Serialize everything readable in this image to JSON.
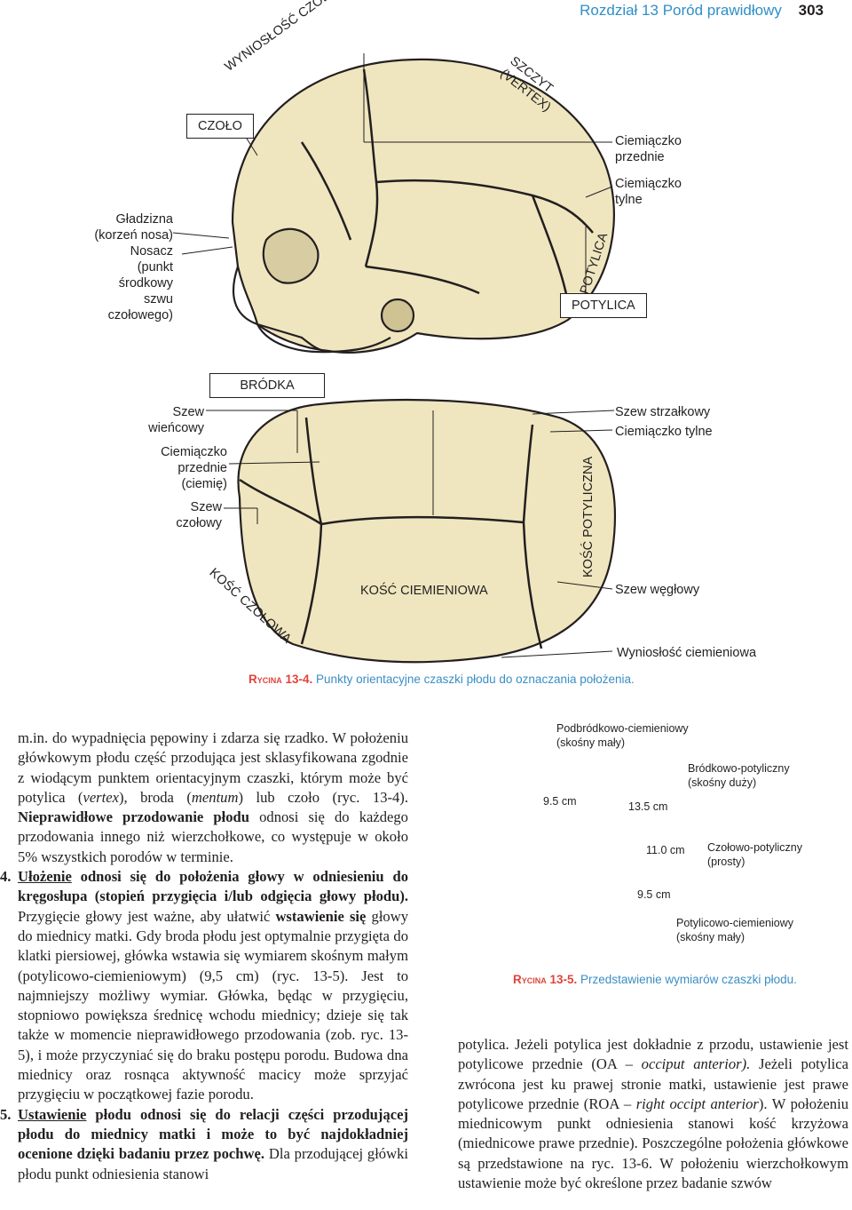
{
  "header": {
    "chapter": "Rozdział 13",
    "title": "Poród prawidłowy",
    "page": "303"
  },
  "figure4": {
    "side_labels": {
      "czolo": "CZOŁO",
      "wyniosl_czolowa": "WYNIOSŁOŚĆ CZOŁOWA",
      "szczyt": "SZCZYT",
      "vertex": "(VERTEX)",
      "ciem_przednie_1": "Ciemiączko",
      "ciem_przednie_2": "przednie",
      "ciem_tylne_1": "Ciemiączko",
      "ciem_tylne_2": "tylne",
      "gladzizna_1": "Gładzizna",
      "gladzizna_2": "(korzeń nosa)",
      "nosacz_1": "Nosacz",
      "nosacz_2": "(punkt środkowy",
      "nosacz_3": "szwu czołowego)",
      "potylica_rot": "POTYLICA",
      "potylica_box": "POTYLICA"
    },
    "top_labels": {
      "brodka": "BRÓDKA",
      "szew_wiencowy_1": "Szew",
      "szew_wiencowy_2": "wieńcowy",
      "ciem_przednie_1": "Ciemiączko",
      "ciem_przednie_2": "przednie",
      "ciem_przednie_3": "(ciemię)",
      "szew_czolowy_1": "Szew",
      "szew_czolowy_2": "czołowy",
      "kosc_czolowa": "KOŚĆ CZOŁOWA",
      "kosc_ciemieniowa": "KOŚĆ CIEMIENIOWA",
      "kosc_potyliczna": "KOŚĆ POTYLICZNA",
      "szew_strzalkowy": "Szew strzałkowy",
      "ciem_tylne": "Ciemiączko tylne",
      "szew_weglowy": "Szew węgłowy",
      "wyniosl_ciemieniowa": "Wyniosłość ciemieniowa"
    },
    "caption_label": "Rycina 13-4.",
    "caption_text": "Punkty orientacyjne czaszki płodu do oznaczania położenia."
  },
  "figure5": {
    "labels": {
      "podbrodkowo_1": "Podbródkowo-ciemieniowy",
      "podbrodkowo_2": "(skośny mały)",
      "brodkowo_1": "Bródkowo-potyliczny",
      "brodkowo_2": "(skośny duży)",
      "czolowo_1": "Czołowo-potyliczny",
      "czolowo_2": "(prosty)",
      "potylicowo_1": "Potylicowo-ciemieniowy",
      "potylicowo_2": "(skośny mały)"
    },
    "dims": {
      "d1": "9.5 cm",
      "d2": "13.5 cm",
      "d3": "11.0 cm",
      "d4": "9.5 cm"
    },
    "caption_label": "Rycina 13-5.",
    "caption_text": "Przedstawienie wymiarów czaszki płodu."
  },
  "left_col": {
    "p1": "m.in. do wypadnięcia pępowiny i zdarza się rzadko. W położeniu główkowym płodu część przodująca jest sklasyfikowana zgodnie z wiodącym punktem orientacyjnym czaszki, którym może być potylica (",
    "p1_vertex": "vertex",
    "p1_b": "), broda (",
    "p1_mentum": "mentum",
    "p1_c": ") lub czoło (ryc. 13-4). ",
    "p1_bold": "Nieprawidłowe przodowanie płodu",
    "p1_d": " odnosi się do każdego przodowania innego niż wierzchołkowe, co występuje w około 5% wszystkich porodów w terminie.",
    "n4": "4.",
    "p4_u": "Ułożenie",
    "p4_bold": " odnosi się do położenia głowy w odniesieniu do kręgosłupa (stopień przygięcia i/lub odgięcia głowy płodu).",
    "p4_a": " Przygięcie głowy jest ważne, aby ułatwić ",
    "p4_bold2": "wstawienie się",
    "p4_b": " głowy do miednicy matki. Gdy broda płodu jest optymalnie przygięta do klatki piersiowej, główka wstawia się wymiarem skośnym małym (potylicowo-ciemieniowym) (9,5 cm) (ryc. 13-5). Jest to najmniejszy możliwy wymiar. Główka, będąc w przygięciu, stopniowo powiększa średnicę wchodu miednicy; dzieje się tak także w momencie nieprawidłowego przodowania (zob. ryc. 13-5), i może przyczyniać się do braku postępu porodu. Budowa dna miednicy oraz rosnąca aktywność macicy może sprzyjać przygięciu w początkowej fazie porodu.",
    "n5": "5.",
    "p5_u": "Ustawienie",
    "p5_bold": " płodu odnosi się do relacji części przodującej płodu do miednicy matki i może to być najdokładniej ocenione dzięki badaniu przez pochwę.",
    "p5_a": " Dla przodującej główki płodu punkt odniesienia stanowi"
  },
  "right_col": {
    "a": "potylica. Jeżeli potylica jest dokładnie z przodu, ustawienie jest potylicowe przednie (OA – ",
    "a_i": "occiput anterior).",
    "b": " Jeżeli potylica zwrócona jest ku prawej stronie matki, ustawienie jest prawe potylicowe przednie (ROA – ",
    "b_i": "right occipt anterior",
    "c": "). W położeniu miednicowym punkt odniesienia stanowi kość krzyżowa (miednicowe prawe przednie). Poszczególne położenia główkowe są przedstawione na ryc. 13-6. W położeniu wierzchołkowym ustawienie może być określone przez badanie szwów"
  }
}
